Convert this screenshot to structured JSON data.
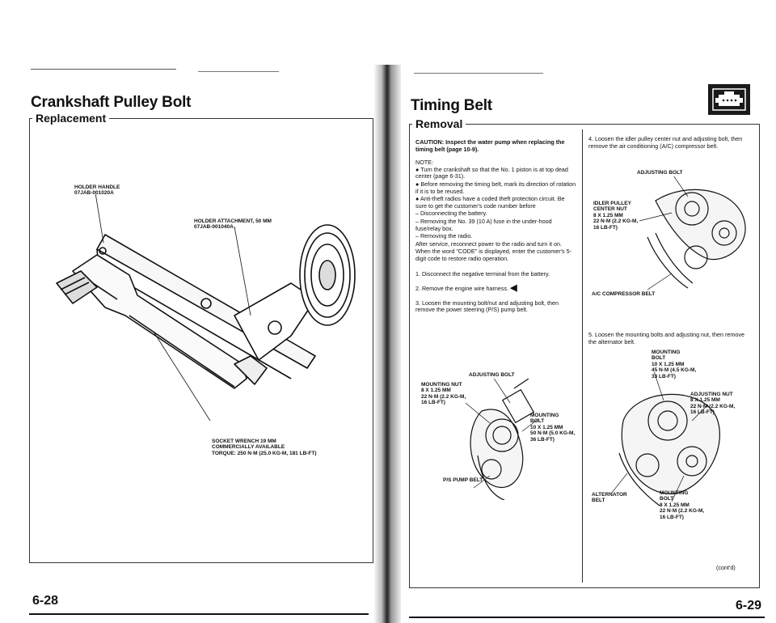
{
  "left_page": {
    "title": "Crankshaft Pulley Bolt",
    "section": "Replacement",
    "labels": {
      "holder_handle": "HOLDER HANDLE\n07JAB-001020A",
      "holder_attachment": "HOLDER ATTACHMENT, 50 mm\n07JAB-001040A",
      "socket_wrench": "SOCKET WRENCH 19 mm\nCOMMERCIALLY AVAILABLE\nTORQUE: 250 N·m (25.0 kg-m, 181 lb-ft)"
    },
    "page_number": "6-28"
  },
  "right_page": {
    "title": "Timing Belt",
    "section": "Removal",
    "caution": "CAUTION: Inspect the water pump when replacing the timing belt (page 10-9).",
    "note_heading": "NOTE:",
    "notes": [
      "● Turn the crankshaft so that the No. 1 piston is at top dead center (page 6-31).",
      "● Before removing the timing belt, mark its direction of rotation if it is to be reused.",
      "● Anti-theft radios have a coded theft protection circuit. Be sure to get the customer's code number before",
      "– Disconnecting the battery.",
      "– Removing the No. 39 (10 A) fuse in the under-hood fuse/relay box.",
      "– Removing the radio.",
      "After service, reconnect power to the radio and turn it on.",
      "When the word \"CODE\" is displayed, enter the customer's 5-digit code to restore radio operation."
    ],
    "steps": [
      "1. Disconnect the negative terminal from the battery.",
      "2. Remove the engine wire harness.",
      "3. Loosen the mounting bolt/nut and adjusting bolt, then remove the power steering (P/S) pump belt."
    ],
    "step3_labels": {
      "adjusting_bolt": "ADJUSTING BOLT",
      "mounting_nut": "MOUNTING NUT\n8 x 1.25 mm\n22 N·m (2.2 kg-m,\n16 lb-ft)",
      "mounting_bolt": "MOUNTING\nBOLT\n10 x 1.25 mm\n50 N·m (5.0 kg-m,\n36 lb-ft)",
      "ps_pump_belt": "P/S PUMP BELT"
    },
    "step4": "4. Loosen the idler pulley center nut and adjusting bolt, then remove the air conditioning (A/C) compressor belt.",
    "step4_labels": {
      "adjusting_bolt": "ADJUSTING BOLT",
      "idler_pulley": "IDLER PULLEY\nCENTER NUT\n8 x 1.25 mm\n22 N·m (2.2 kg-m,\n16 lb-ft)",
      "ac_belt": "A/C COMPRESSOR BELT"
    },
    "step5": "5. Loosen the mounting bolts and adjusting nut, then remove the alternator belt.",
    "step5_labels": {
      "mounting_bolt_top": "MOUNTING\nBOLT\n10 x 1.25 mm\n45 N·m (4.5 kg-m,\n33 lb-ft)",
      "adjusting_nut": "ADJUSTING NUT\n8 x 1.25 mm\n22 N·m (2.2 kg-m,\n16 lb-ft)",
      "alternator_belt": "ALTERNATOR\nBELT",
      "mounting_bolt_bottom": "MOUNTING\nBOLT\n8 x 1.25 mm\n22 N·m (2.2 kg-m,\n16 lb-ft)"
    },
    "contd": "(cont'd)",
    "page_number": "6-29"
  },
  "colors": {
    "ink": "#111111",
    "paper": "#ffffff",
    "badge": "#1a1a1a"
  },
  "icons": {
    "engine_badge": "engine-icon",
    "harness_pointer": "pointer-arrow-icon"
  }
}
